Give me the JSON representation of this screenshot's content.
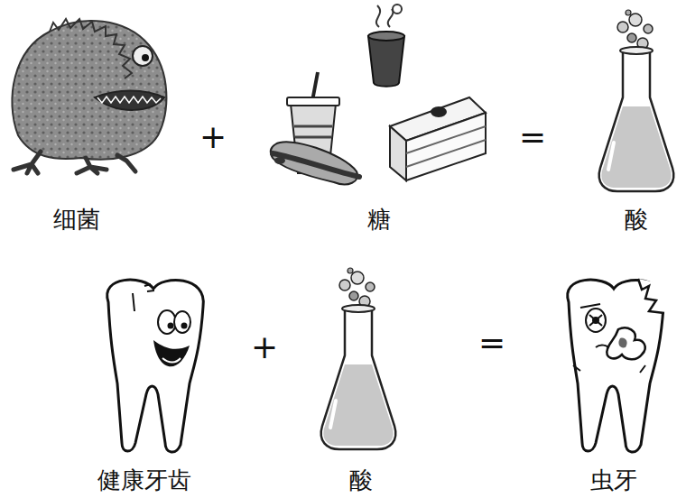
{
  "diagram": {
    "labels": [
      "细菌",
      "+",
      "糖",
      "=",
      "酸",
      "健康牙齿",
      "+",
      "酸",
      "=",
      "虫牙"
    ]
  }
}
